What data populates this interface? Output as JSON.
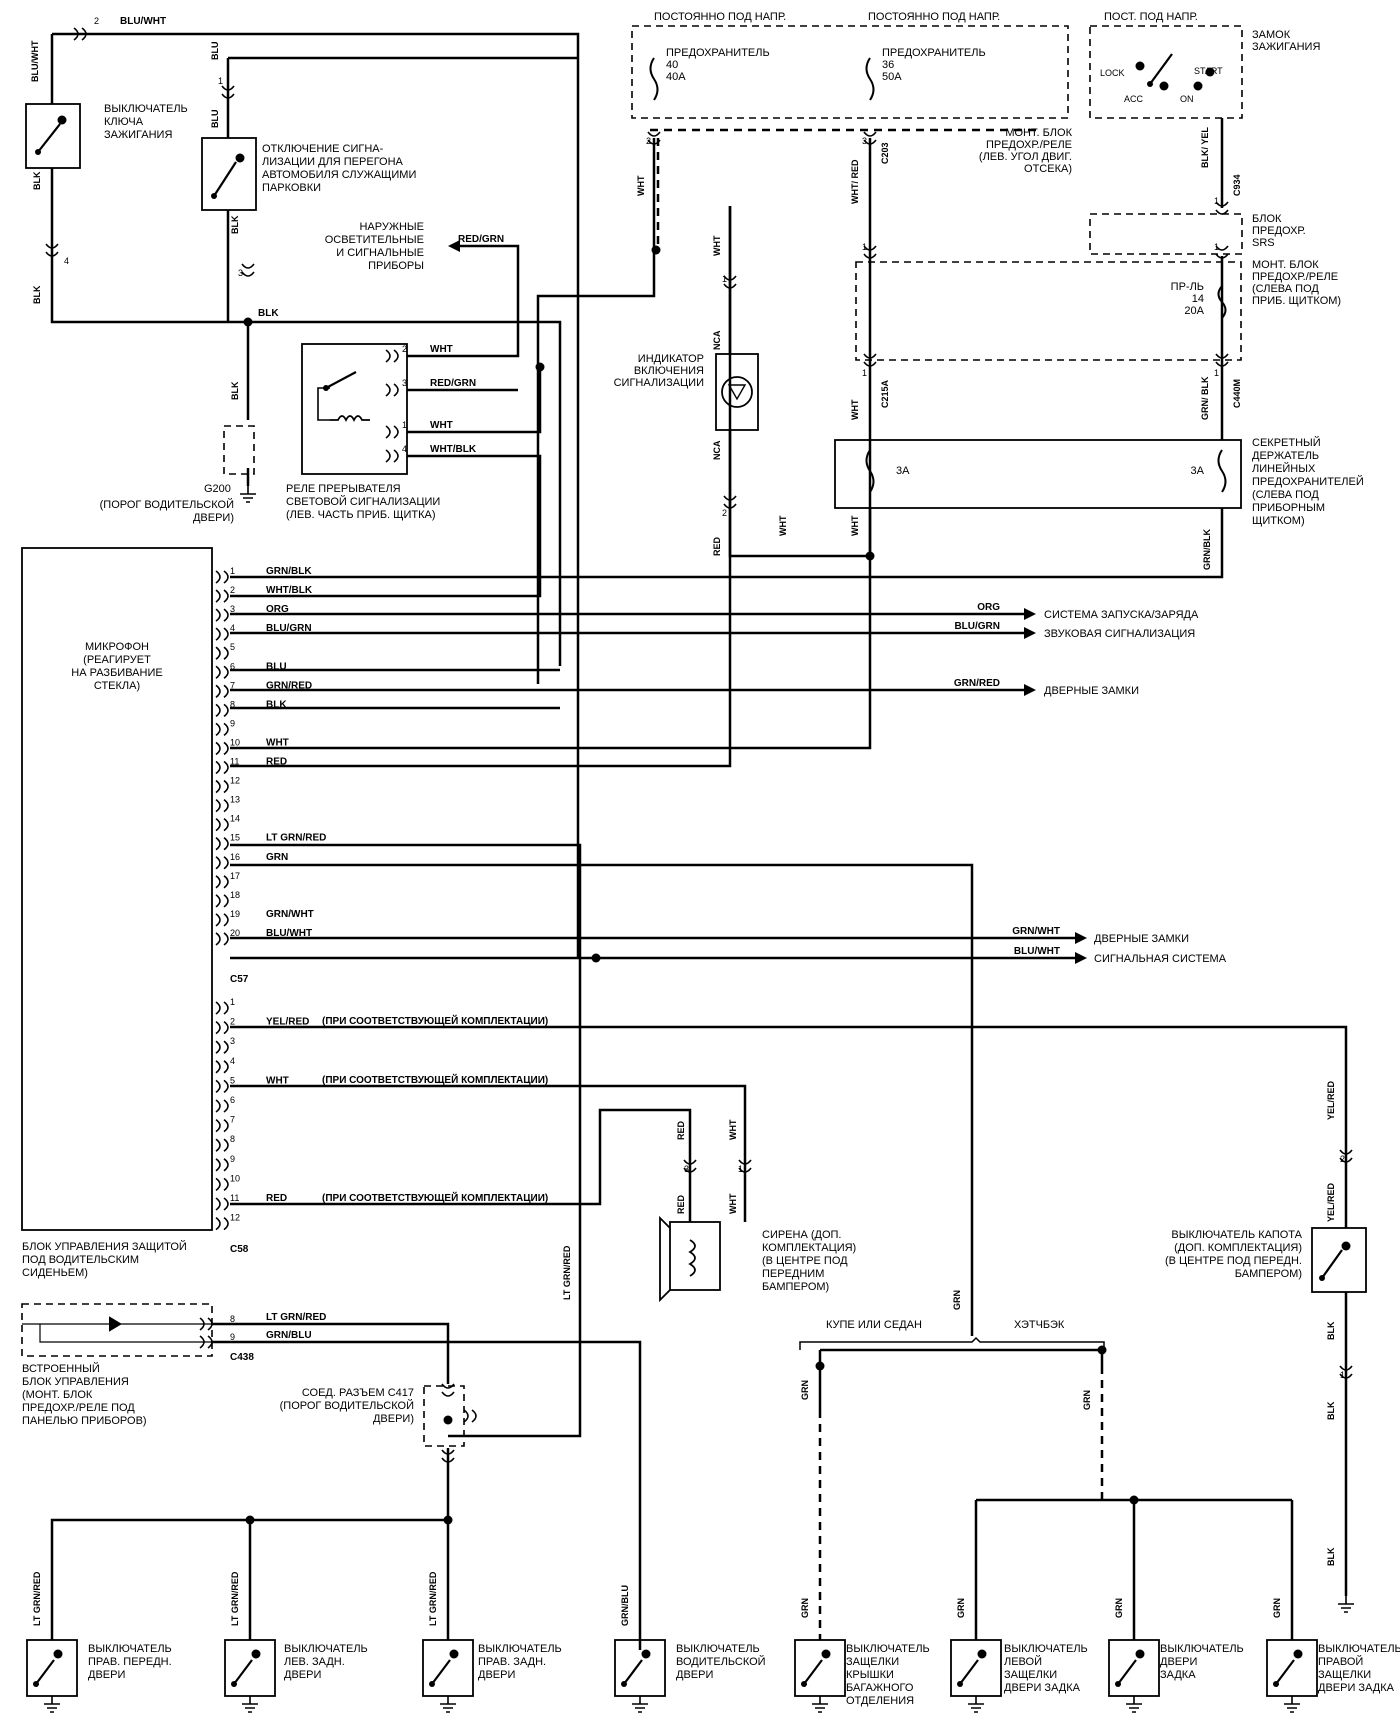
{
  "components": {
    "ign_key_switch": "ВЫКЛЮЧАТЕЛЬ|КЛЮЧА|ЗАЖИГАНИЯ",
    "valet": "ОТКЛЮЧЕНИЕ СИГНА-|ЛИЗАЦИИ ДЛЯ ПЕРЕГОНА|АВТОМОБИЛЯ СЛУЖАЩИМИ|ПАРКОВКИ",
    "ext_lights": "НАРУЖНЫЕ|ОСВЕТИТЕЛЬНЫЕ|И СИГНАЛЬНЫЕ|ПРИБОРЫ",
    "relay": "РЕЛЕ ПРЕРЫВАТЕЛЯ|СВЕТОВОЙ СИГНАЛИЗАЦИИ|(ЛЕВ. ЧАСТЬ ПРИБ. ЩИТКА)",
    "g200": "G200",
    "g200_note": "(ПОРОГ ВОДИТЕЛЬСКОЙ|ДВЕРИ)",
    "hot1": "ПОСТОЯННО ПОД НАПР.",
    "hot2": "ПОСТОЯННО ПОД НАПР.",
    "hot3": "ПОСТ. ПОД НАПР.",
    "fuse40": "ПРЕДОХРАНИТЕЛЬ|40|40A",
    "fuse36": "ПРЕДОХРАНИТЕЛЬ|36|50A",
    "ign_switch": "ЗАМОК|ЗАЖИГАНИЯ",
    "lock": "LOCK",
    "acc": "ACC",
    "on": "ON",
    "start": "START",
    "underhood_box": "МОНТ. БЛОК|ПРЕДОХР./РЕЛЕ|(ЛЕВ. УГОЛ ДВИГ.|ОТСЕКА)",
    "srs_box": "БЛОК|ПРЕДОХР.|SRS",
    "dash_box": "МОНТ. БЛОК|ПРЕДОХР./РЕЛЕ|(СЛЕВА ПОД|ПРИБ. ЩИТКОМ)",
    "fuse14": "ПР-ЛЬ|14|20A",
    "indicator": "ИНДИКАТОР|ВКЛЮЧЕНИЯ|СИГНАЛИЗАЦИИ",
    "secret": "СЕКРЕТНЫЙ|ДЕРЖАТЕЛЬ|ЛИНЕЙНЫХ|ПРЕДОХРАНИТЕЛЕЙ|(СЛЕВА ПОД|ПРИБОРНЫМ|ЩИТКОМ)",
    "fuse3a": "3A",
    "mic": "МИКРОФОН|(РЕАГИРУЕТ|НА РАЗБИВАНИЕ|СТЕКЛА)",
    "ecu": "БЛОК УПРАВЛЕНИЯ ЗАЩИТОЙ|ПОД ВОДИТЕЛЬСКИМ|СИДЕНЬЕМ)",
    "start_sys": "СИСТЕМА ЗАПУСКА/ЗАРЯДА",
    "horn": "ЗВУКОВАЯ СИГНАЛИЗАЦИЯ",
    "door_locks": "ДВЕРНЫЕ ЗАМКИ",
    "door_locks2": "ДВЕРНЫЕ ЗАМКИ",
    "alarm_sys": "СИГНАЛЬНАЯ СИСТЕМА",
    "siren": "СИРЕНА (ДОП.|КОМПЛЕКТАЦИЯ)|(В ЦЕНТРЕ ПОД|ПЕРЕДНИМ|БАМПЕРОМ)",
    "hood": "ВЫКЛЮЧАТЕЛЬ КАПОТА|(ДОП. КОМПЛЕКТАЦИЯ)|(В ЦЕНТРЕ ПОД ПЕРЕДН.|БАМПЕРОМ)",
    "integrated": "ВСТРОЕННЫЙ|БЛОК УПРАВЛЕНИЯ|(МОНТ. БЛОК|ПРЕДОХР./РЕЛЕ ПОД|ПАНЕЛЬЮ ПРИБОРОВ)",
    "c417": "СОЕД. РАЗЪЕМ C417|(ПОРОГ ВОДИТЕЛЬСКОЙ|ДВЕРИ)",
    "coupe": "КУПЕ ИЛИ СЕДАН",
    "hatch": "ХЭТЧБЭК",
    "sw_rf": "ВЫКЛЮЧАТЕЛЬ|ПРАВ. ПЕРЕДН.|ДВЕРИ",
    "sw_lr": "ВЫКЛЮЧАТЕЛЬ|ЛЕВ. ЗАДН.|ДВЕРИ",
    "sw_rr": "ВЫКЛЮЧАТЕЛЬ|ПРАВ. ЗАДН.|ДВЕРИ",
    "sw_drv": "ВЫКЛЮЧАТЕЛЬ|ВОДИТЕЛЬСКОЙ|ДВЕРИ",
    "sw_trunk": "ВЫКЛЮЧАТЕЛЬ|ЗАЩЕЛКИ|КРЫШКИ|БАГАЖНОГО|ОТДЕЛЕНИЯ",
    "sw_lhatch": "ВЫКЛЮЧАТЕЛЬ|ЛЕВОЙ|ЗАЩЕЛКИ|ДВЕРИ ЗАДКА",
    "sw_hatch": "ВЫКЛЮЧАТЕЛЬ|ДВЕРИ|ЗАДКА",
    "sw_rhatch": "ВЫКЛЮЧАТЕЛЬ|ПРАВОЙ|ЗАЩЕЛКИ|ДВЕРИ ЗАДКА"
  },
  "connectors": {
    "c203": "C203",
    "c934": "C934",
    "c215a": "C215A",
    "c440m": "C440M",
    "c57": "C57",
    "c58": "C58",
    "c438": "C438"
  },
  "wire_labels": {
    "blu_wht": "BLU/WHT",
    "blu": "BLU",
    "blk": "BLK",
    "red_grn": "RED/GRN",
    "wht": "WHT",
    "wht_blk": "WHT/BLK",
    "wht_red": "WHT/ RED",
    "blk_yel": "BLK/ YEL",
    "grn_blk": "GRN/ BLK",
    "grn_blk2": "GRN/BLK",
    "nca": "NCA",
    "red": "RED",
    "org": "ORG",
    "blu_grn": "BLU/GRN",
    "grn_red": "GRN/RED",
    "grn_wht": "GRN/WHT",
    "yel_red": "YEL/RED",
    "lt_grn_red": "LT GRN/RED",
    "grn_blu": "GRN/BLU",
    "grn": "GRN",
    "opt": "(ПРИ СООТВЕТСТВУЮЩЕЙ КОМПЛЕКТАЦИИ)"
  },
  "c57_pins": [
    {
      "n": "1",
      "w": "GRN/BLK"
    },
    {
      "n": "2",
      "w": "WHT/BLK"
    },
    {
      "n": "3",
      "w": "ORG"
    },
    {
      "n": "4",
      "w": "BLU/GRN"
    },
    {
      "n": "5",
      "w": ""
    },
    {
      "n": "6",
      "w": "BLU"
    },
    {
      "n": "7",
      "w": "GRN/RED"
    },
    {
      "n": "8",
      "w": "BLK"
    },
    {
      "n": "9",
      "w": ""
    },
    {
      "n": "10",
      "w": "WHT"
    },
    {
      "n": "11",
      "w": "RED"
    },
    {
      "n": "12",
      "w": ""
    },
    {
      "n": "13",
      "w": ""
    },
    {
      "n": "14",
      "w": ""
    },
    {
      "n": "15",
      "w": "LT GRN/RED"
    },
    {
      "n": "16",
      "w": "GRN"
    },
    {
      "n": "17",
      "w": ""
    },
    {
      "n": "18",
      "w": ""
    },
    {
      "n": "19",
      "w": "GRN/WHT"
    },
    {
      "n": "20",
      "w": "BLU/WHT"
    }
  ],
  "c58_pins": [
    {
      "n": "1",
      "w": ""
    },
    {
      "n": "2",
      "w": "YEL/RED"
    },
    {
      "n": "3",
      "w": ""
    },
    {
      "n": "4",
      "w": ""
    },
    {
      "n": "5",
      "w": "WHT"
    },
    {
      "n": "6",
      "w": ""
    },
    {
      "n": "7",
      "w": ""
    },
    {
      "n": "8",
      "w": ""
    },
    {
      "n": "9",
      "w": ""
    },
    {
      "n": "10",
      "w": ""
    },
    {
      "n": "11",
      "w": "RED"
    },
    {
      "n": "12",
      "w": ""
    }
  ]
}
